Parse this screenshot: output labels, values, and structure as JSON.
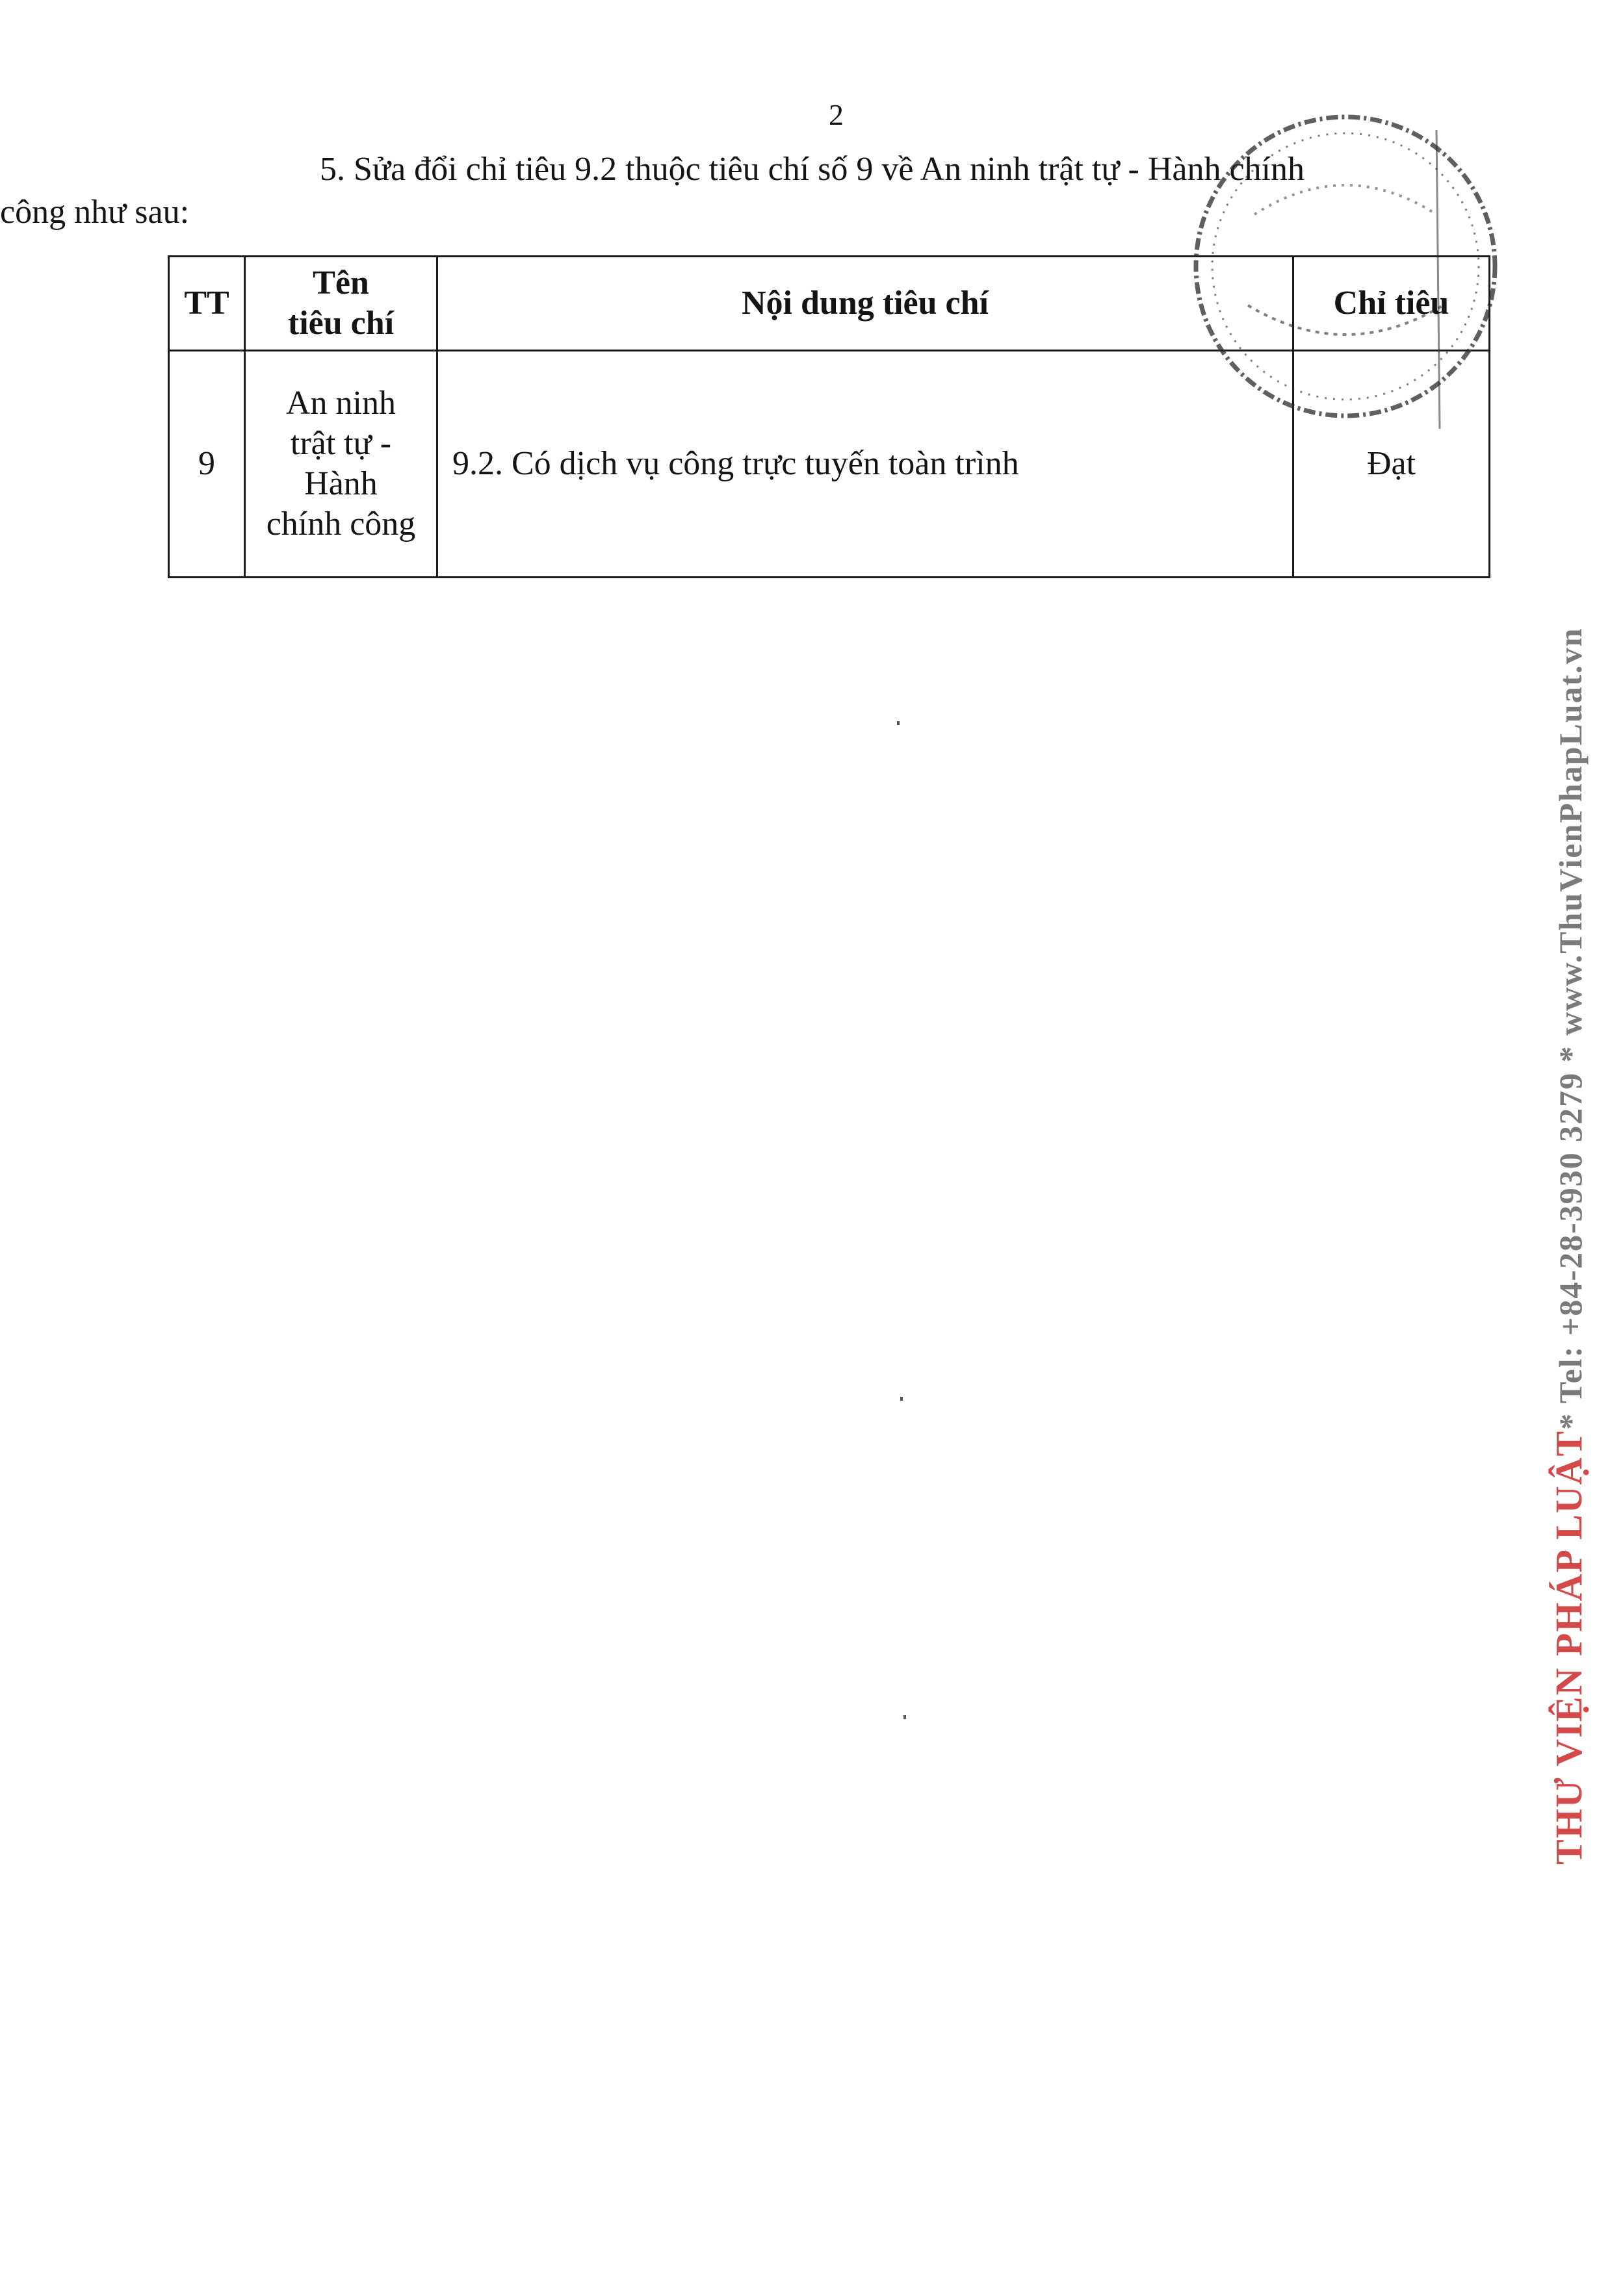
{
  "page": {
    "number": "2"
  },
  "paragraph": {
    "text_indented": "5. Sửa đổi chỉ tiêu 9.2 thuộc tiêu chí số 9 về An ninh trật tự - Hành chính",
    "text_continued": "công như sau:"
  },
  "table": {
    "headers": {
      "tt": "TT",
      "name_line1": "Tên",
      "name_line2": "tiêu chí",
      "content": "Nội dung tiêu chí",
      "target": "Chỉ tiêu"
    },
    "row": {
      "tt": "9",
      "name_line1": "An ninh",
      "name_line2": "trật tự -",
      "name_line3": "Hành",
      "name_line4": "chính công",
      "content": "9.2. Có dịch vụ công trực tuyến toàn trình",
      "target": "Đạt"
    }
  },
  "watermark": {
    "brand": "THƯ VIỆN PHÁP LUẬT",
    "contact": "* Tel: +84-28-3930 3279 * www.ThuVienPhapLuat.vn",
    "brand_color": "#d44a4a",
    "contact_color": "#7a7a7a"
  },
  "stamp": {
    "icon": "official-seal-icon"
  }
}
